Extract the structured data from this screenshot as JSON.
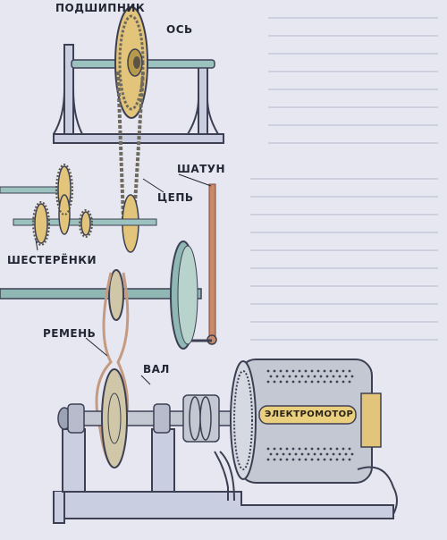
{
  "diagram": {
    "labels": {
      "bearing": "ПОДШИПНИК",
      "axle": "ОСЬ",
      "connecting_rod": "ШАТУН",
      "chain": "ЦЕПЬ",
      "gears": "ШЕСТЕРЁНКИ",
      "belt": "РЕМЕНЬ",
      "shaft": "ВАЛ",
      "motor": "ЭЛЕКТРОМОТОР"
    },
    "colors": {
      "background": "#e6e7f1",
      "frame": "#c9cfe0",
      "shaft": "#8fb8b4",
      "sprocket": "#e2c57a",
      "chain": "#6f6a60",
      "rod": "#c98a6a",
      "pulley": "#cfc7a7",
      "belt": "#c49a80",
      "motor": "#c4c8d3",
      "nameplate": "#e9cf7e"
    }
  }
}
